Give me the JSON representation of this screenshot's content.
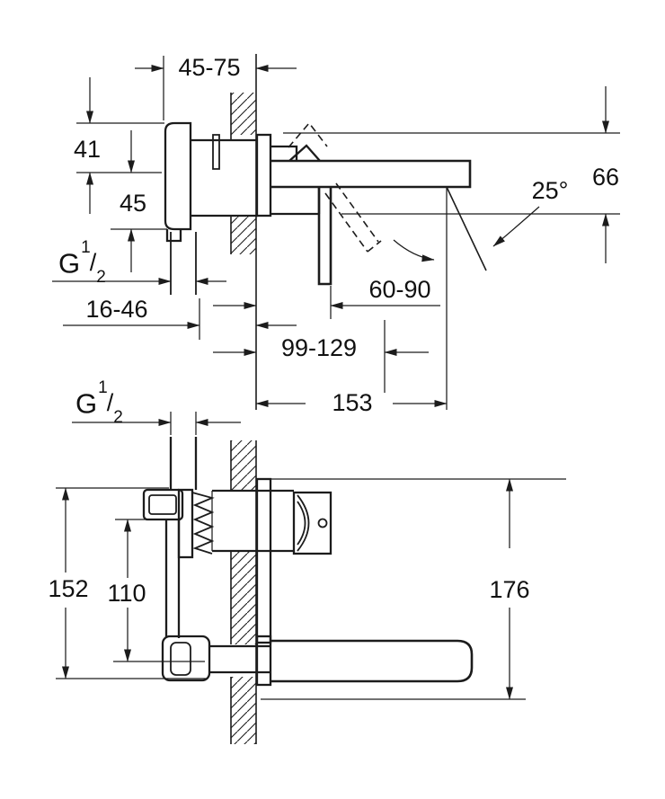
{
  "colors": {
    "line": "#1c1c1c",
    "background": "#ffffff"
  },
  "thread_label": {
    "prefix": "G",
    "numerator": "1",
    "denominator": "2"
  },
  "top_view": {
    "dims": {
      "wall_depth_range": "45-75",
      "upper_offset": "41",
      "lower_offset": "45",
      "body_depth_range": "16-46",
      "handle_clearance_range": "60-90",
      "outlet_projection_range": "99-129",
      "spout_reach": "153",
      "overall_height": "66",
      "handle_swing_angle": "25°"
    }
  },
  "bottom_view": {
    "dims": {
      "body_length": "152",
      "port_spacing": "110",
      "overall_length": "176"
    }
  }
}
